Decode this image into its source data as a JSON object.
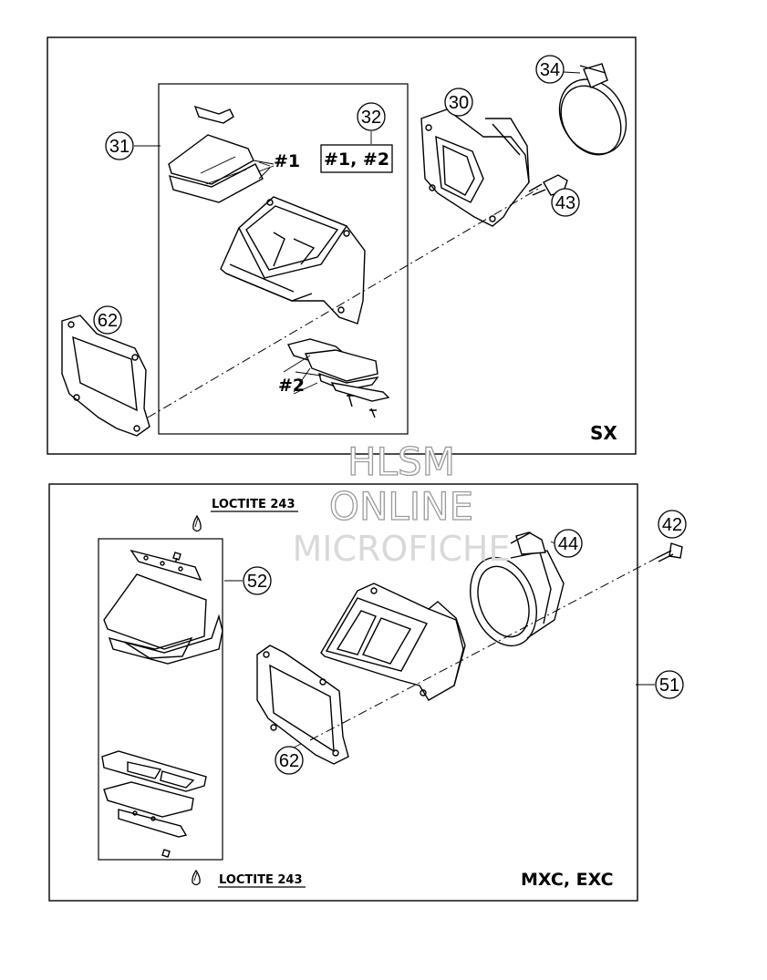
{
  "panels": {
    "sx": {
      "model_label": "SX",
      "callouts": [
        "31",
        "32",
        "30",
        "34",
        "43",
        "62"
      ],
      "reed_labels": [
        "#1",
        "#2"
      ],
      "kit_label": "#1, #2"
    },
    "mxc": {
      "model_label": "MXC, EXC",
      "callouts": [
        "52",
        "42",
        "44",
        "51",
        "62"
      ],
      "loctite_top": "LOCTITE 243",
      "loctite_bottom": "LOCTITE 243"
    }
  },
  "watermark": {
    "line1": "HLSM",
    "line2": "ONLINE",
    "line3": "MICROFICHE"
  }
}
